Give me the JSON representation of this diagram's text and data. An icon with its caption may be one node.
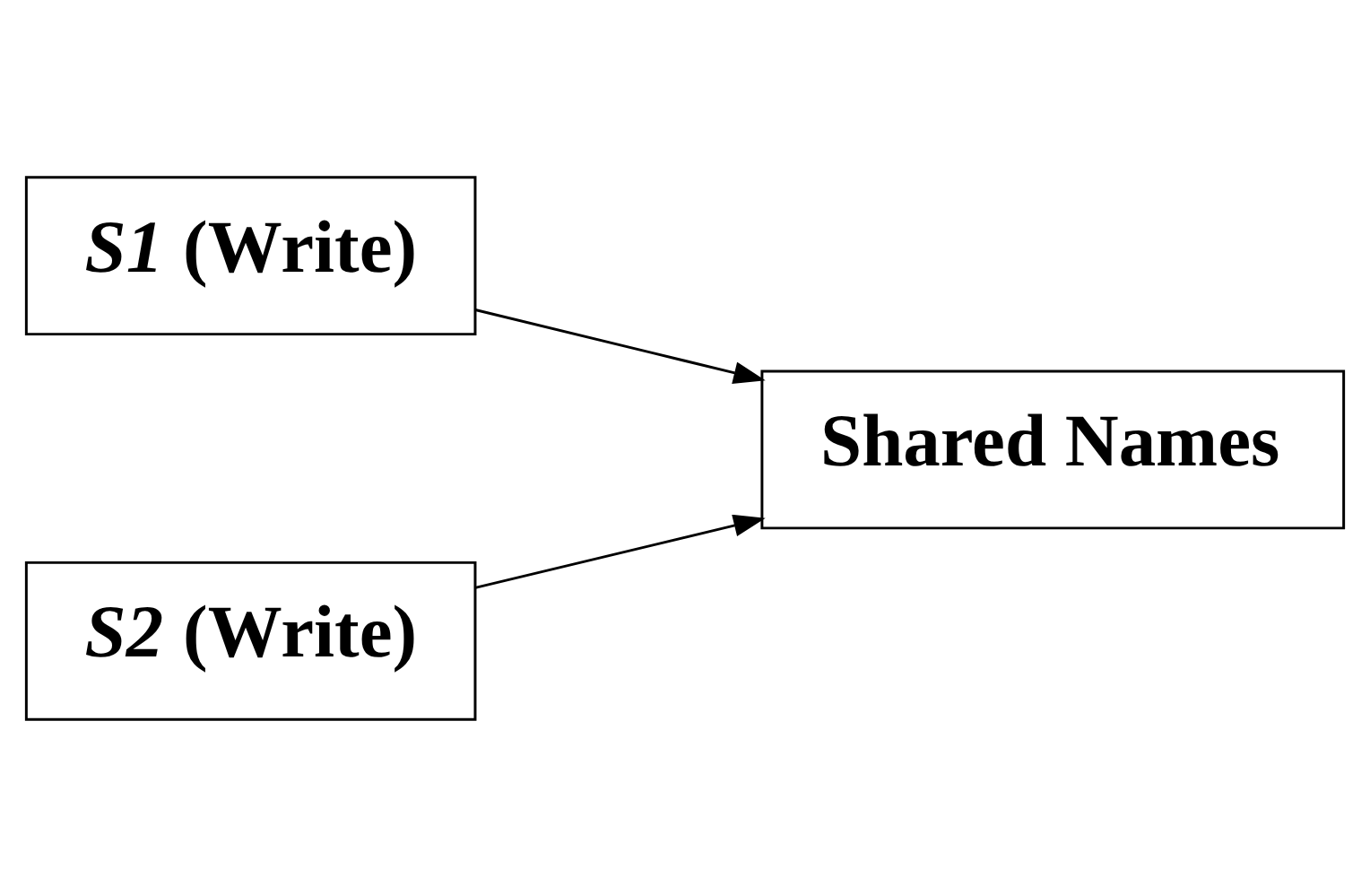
{
  "diagram": {
    "nodes": [
      {
        "text": [
          "*S1* (Write)"
        ]
      },
      {
        "text": [
          "Shared Names"
        ]
      },
      {
        "text": [
          "*S2* (Write)"
        ]
      }
    ],
    "edges": [
      {
        "from": 0,
        "to": 1,
        "arrow": "to"
      },
      {
        "from": 2,
        "to": 1,
        "arrow": "to"
      }
    ]
  }
}
